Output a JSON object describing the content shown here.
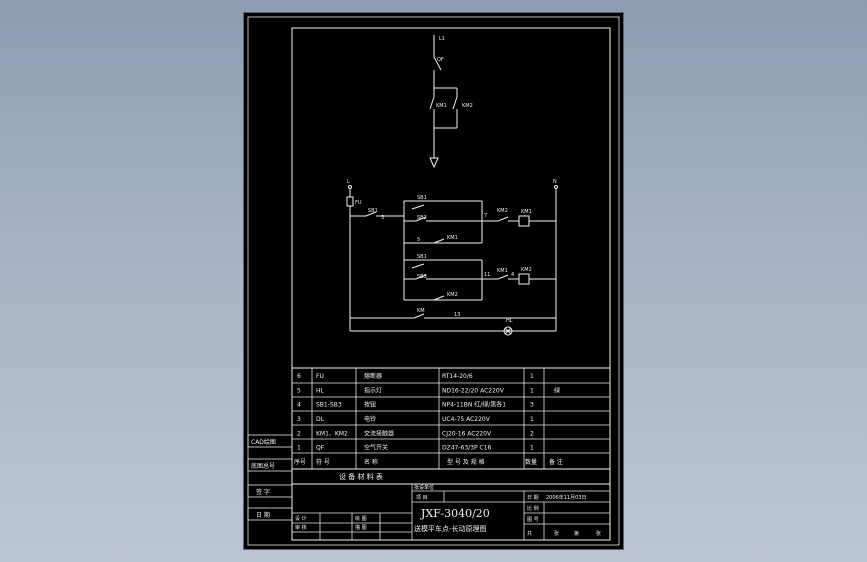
{
  "schematic": {
    "power": {
      "phase": "L1",
      "breaker": "QF",
      "contact_a": "KM1",
      "contact_b": "KM2"
    },
    "control": {
      "rail_left": "L",
      "rail_right": "N",
      "fuse": "FU",
      "stop": "SB1",
      "stop_node": "3",
      "fwd_stop": "SB1",
      "fwd_btn": "SB2",
      "fwd_node": "7",
      "fwd_interlock": "KM2",
      "fwd_coil": "KM1",
      "fwd_hold": "KM1",
      "fwd_hold_node": "5",
      "rev_stop": "SB1",
      "rev_btn": "SB3",
      "rev_node": "11",
      "rev_interlock": "KM1",
      "rev_coil": "KM2",
      "rev_node2": "4",
      "rev_hold": "KM2",
      "ind_node": "13",
      "ind_contact": "KM",
      "lamp": "HL"
    }
  },
  "bom": {
    "rows": [
      {
        "no": "6",
        "code": "FU",
        "name": "熔断器",
        "model": "RT14-20/6",
        "qty": "1",
        "remark": ""
      },
      {
        "no": "5",
        "code": "HL",
        "name": "指示灯",
        "model": "ND16-22/20  AC220V",
        "qty": "1",
        "remark": "绿"
      },
      {
        "no": "4",
        "code": "SB1-SB3",
        "name": "按钮",
        "model": "NP4-11BN  红/绿/黑各1",
        "qty": "3",
        "remark": ""
      },
      {
        "no": "3",
        "code": "DL",
        "name": "电铃",
        "model": "UC4-75  AC220V",
        "qty": "1",
        "remark": ""
      },
      {
        "no": "2",
        "code": "KM1、KM2",
        "name": "交流接触器",
        "model": "CJ20-16  AC220V",
        "qty": "2",
        "remark": ""
      },
      {
        "no": "1",
        "code": "QF",
        "name": "空气开关",
        "model": "DZ47-63/3P  C16",
        "qty": "1",
        "remark": ""
      }
    ],
    "header": {
      "no": "序号",
      "code": "符    号",
      "name": "名        称",
      "model": "型    号  及  规  格",
      "qty": "数量",
      "remark": "备    注"
    },
    "caption": "设        备        材        料        表"
  },
  "side": {
    "cad": "CAD绘图",
    "drawing_no": "底图总号",
    "sign": "签  字",
    "date": "日  期"
  },
  "title_block": {
    "unit": "批设单位",
    "project": "项  目",
    "date_label": "日  期",
    "date_value": "2006年11月03日",
    "scale_label": "比  例",
    "drawing_no_label": "图  号",
    "drawing_title": "JXF-3040/20",
    "drawing_subtitle": "送模平车点-长动原理图",
    "design": "设  计",
    "review": "审  核",
    "draw": "绘  图",
    "approve": "描  图",
    "bottom_a": "共",
    "bottom_b": "张",
    "bottom_c": "第",
    "bottom_d": "张"
  }
}
